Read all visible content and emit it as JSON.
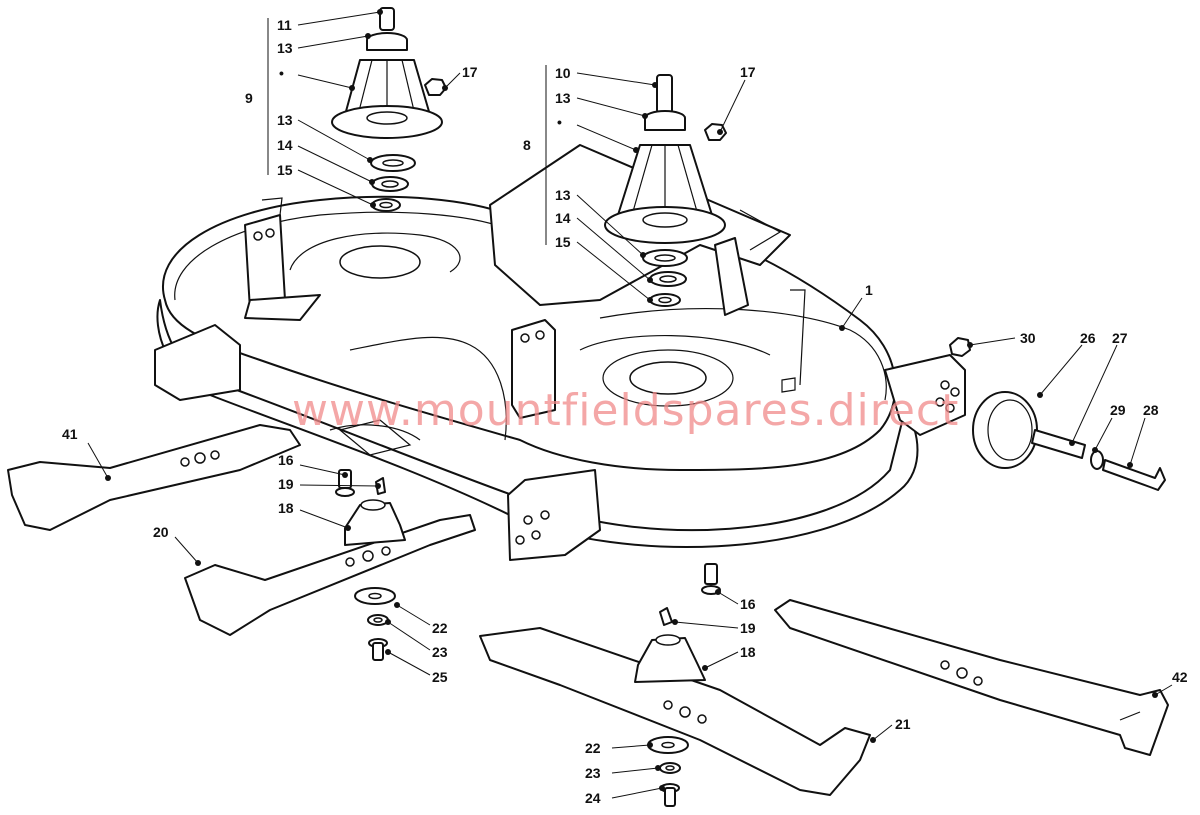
{
  "watermark": "www.mountfieldspares.direct",
  "group_labels": [
    "9",
    "8"
  ],
  "callouts": [
    "11",
    "13",
    "•",
    "17",
    "13",
    "14",
    "15",
    "10",
    "13",
    "•",
    "17",
    "13",
    "14",
    "15",
    "1",
    "30",
    "26",
    "27",
    "29",
    "28",
    "41",
    "16",
    "19",
    "18",
    "20",
    "22",
    "23",
    "25",
    "16",
    "19",
    "18",
    "21",
    "22",
    "23",
    "24",
    "42"
  ]
}
